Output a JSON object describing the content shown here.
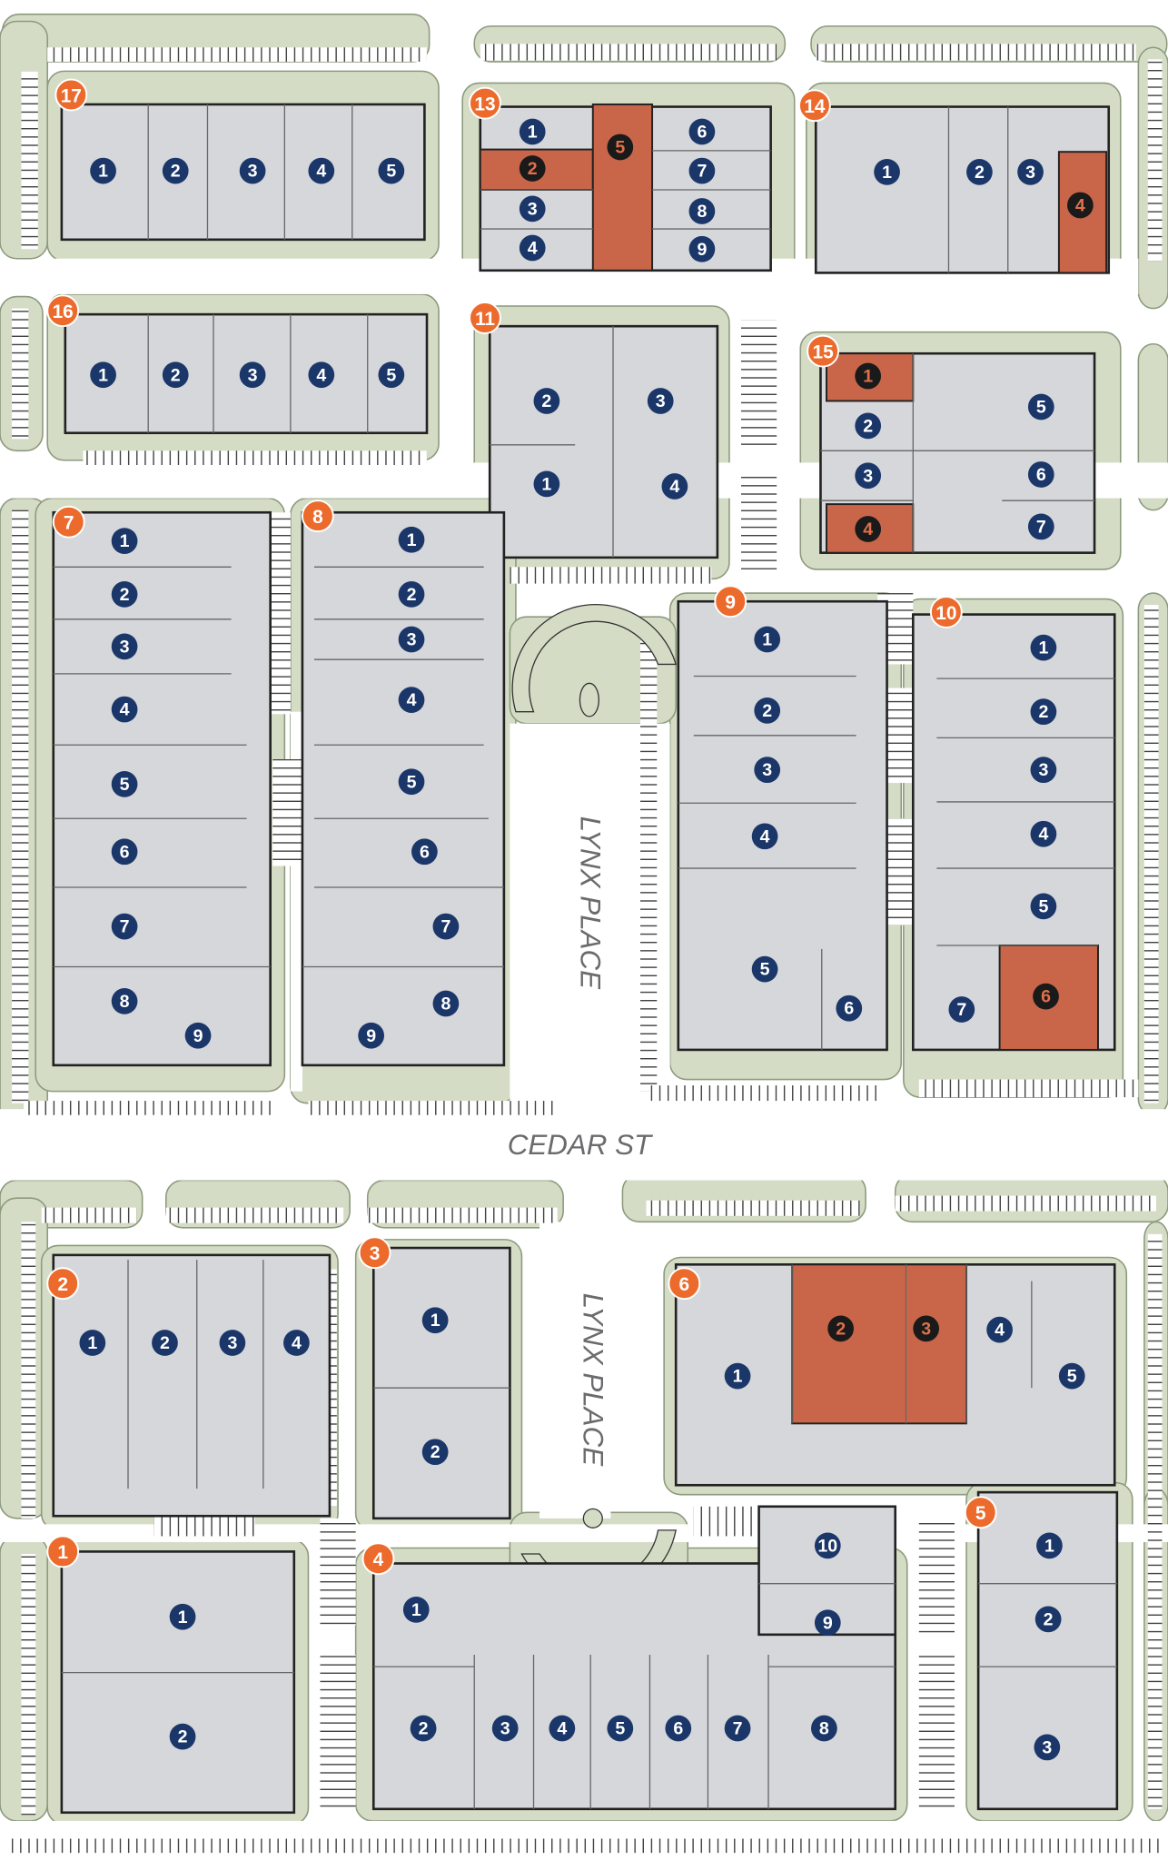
{
  "colors": {
    "building": "#d6d7da",
    "building_stroke": "#222222",
    "highlight_unit": "#c9664a",
    "building_badge": "#ec6a2c",
    "unit_badge": "#1b3769",
    "highlight_badge": "#1a1a1a",
    "highlight_badge_text": "#e0704a",
    "landscape": "#d5dcc5",
    "street_label": "#6b6b6e"
  },
  "streets": [
    {
      "name": "LYNX PLACE",
      "orientation": "vertical"
    },
    {
      "name": "CEDAR ST",
      "orientation": "horizontal"
    },
    {
      "name": "LYNX PLACE",
      "orientation": "vertical"
    }
  ],
  "buildings": [
    {
      "id": "17",
      "units": [
        {
          "num": "1"
        },
        {
          "num": "2"
        },
        {
          "num": "3"
        },
        {
          "num": "4"
        },
        {
          "num": "5"
        }
      ]
    },
    {
      "id": "13",
      "units": [
        {
          "num": "1"
        },
        {
          "num": "2",
          "highlighted": true
        },
        {
          "num": "3"
        },
        {
          "num": "4"
        },
        {
          "num": "5",
          "highlighted": true
        },
        {
          "num": "6"
        },
        {
          "num": "7"
        },
        {
          "num": "8"
        },
        {
          "num": "9"
        }
      ]
    },
    {
      "id": "14",
      "units": [
        {
          "num": "1"
        },
        {
          "num": "2"
        },
        {
          "num": "3"
        },
        {
          "num": "4",
          "highlighted": true
        }
      ]
    },
    {
      "id": "16",
      "units": [
        {
          "num": "1"
        },
        {
          "num": "2"
        },
        {
          "num": "3"
        },
        {
          "num": "4"
        },
        {
          "num": "5"
        }
      ]
    },
    {
      "id": "11",
      "units": [
        {
          "num": "1"
        },
        {
          "num": "2"
        },
        {
          "num": "3"
        },
        {
          "num": "4"
        }
      ]
    },
    {
      "id": "15",
      "units": [
        {
          "num": "1",
          "highlighted": true
        },
        {
          "num": "2"
        },
        {
          "num": "3"
        },
        {
          "num": "4",
          "highlighted": true
        },
        {
          "num": "5"
        },
        {
          "num": "6"
        },
        {
          "num": "7"
        }
      ]
    },
    {
      "id": "7",
      "units": [
        {
          "num": "1"
        },
        {
          "num": "2"
        },
        {
          "num": "3"
        },
        {
          "num": "4"
        },
        {
          "num": "5"
        },
        {
          "num": "6"
        },
        {
          "num": "7"
        },
        {
          "num": "8"
        },
        {
          "num": "9"
        }
      ]
    },
    {
      "id": "8",
      "units": [
        {
          "num": "1"
        },
        {
          "num": "2"
        },
        {
          "num": "3"
        },
        {
          "num": "4"
        },
        {
          "num": "5"
        },
        {
          "num": "6"
        },
        {
          "num": "7"
        },
        {
          "num": "8"
        },
        {
          "num": "9"
        }
      ]
    },
    {
      "id": "9",
      "units": [
        {
          "num": "1"
        },
        {
          "num": "2"
        },
        {
          "num": "3"
        },
        {
          "num": "4"
        },
        {
          "num": "5"
        },
        {
          "num": "6"
        }
      ]
    },
    {
      "id": "10",
      "units": [
        {
          "num": "1"
        },
        {
          "num": "2"
        },
        {
          "num": "3"
        },
        {
          "num": "4"
        },
        {
          "num": "5"
        },
        {
          "num": "6",
          "highlighted": true
        },
        {
          "num": "7"
        }
      ]
    },
    {
      "id": "2",
      "units": [
        {
          "num": "1"
        },
        {
          "num": "2"
        },
        {
          "num": "3"
        },
        {
          "num": "4"
        }
      ]
    },
    {
      "id": "3",
      "units": [
        {
          "num": "1"
        },
        {
          "num": "2"
        }
      ]
    },
    {
      "id": "6",
      "units": [
        {
          "num": "1"
        },
        {
          "num": "2",
          "highlighted": true
        },
        {
          "num": "3",
          "highlighted": true
        },
        {
          "num": "4"
        },
        {
          "num": "5"
        }
      ]
    },
    {
      "id": "1",
      "units": [
        {
          "num": "1"
        },
        {
          "num": "2"
        }
      ]
    },
    {
      "id": "4",
      "units": [
        {
          "num": "1"
        },
        {
          "num": "2"
        },
        {
          "num": "3"
        },
        {
          "num": "4"
        },
        {
          "num": "5"
        },
        {
          "num": "6"
        },
        {
          "num": "7"
        },
        {
          "num": "8"
        },
        {
          "num": "9"
        },
        {
          "num": "10"
        }
      ]
    },
    {
      "id": "5",
      "units": [
        {
          "num": "1"
        },
        {
          "num": "2"
        },
        {
          "num": "3"
        }
      ]
    }
  ]
}
